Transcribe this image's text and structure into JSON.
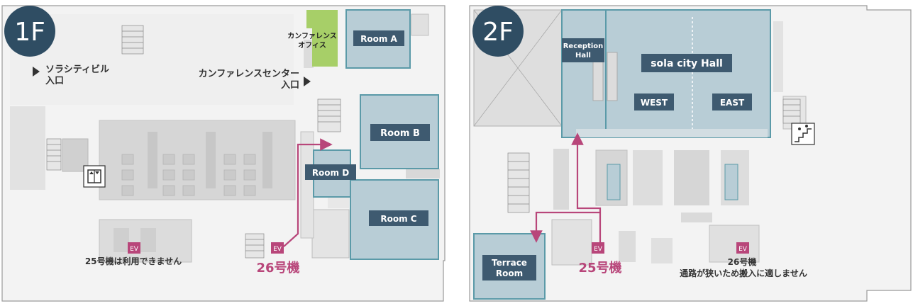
{
  "floor_1": {
    "badge": "1F",
    "entrance_sola": [
      "ソラシティビル",
      "入口"
    ],
    "entrance_conference": [
      "カンファレンスセンター",
      "入口"
    ],
    "conference_office": [
      "カンファレンス",
      "オフィス"
    ],
    "rooms": {
      "a": "Room A",
      "b": "Room B",
      "c": "Room C",
      "d": "Room D"
    },
    "ev_left": "EV",
    "ev_right": "EV",
    "ev25_note": "25号機は利用できません",
    "ev26_label": "26号機"
  },
  "floor_2": {
    "badge": "2F",
    "reception_hall": [
      "Reception",
      "Hall"
    ],
    "hall_name": "sola city Hall",
    "west": "WEST",
    "east": "EAST",
    "terrace_room": [
      "Terrace",
      "Room"
    ],
    "ev_left": "EV",
    "ev_right": "EV",
    "ev25_label": "25号機",
    "ev26_note": [
      "26号機",
      "通路が狭いため搬入に適しません"
    ]
  },
  "colors": {
    "floor": "#f2f2f2",
    "structure": "#d9d9d9",
    "wall": "#bfbfbf",
    "room_fill": "#b8cdd6",
    "room_border": "#5b9aa8",
    "label_bg": "#3e5a70",
    "badge": "#2f4d63",
    "route": "#b8467a",
    "office_green": "#a7cf68"
  }
}
